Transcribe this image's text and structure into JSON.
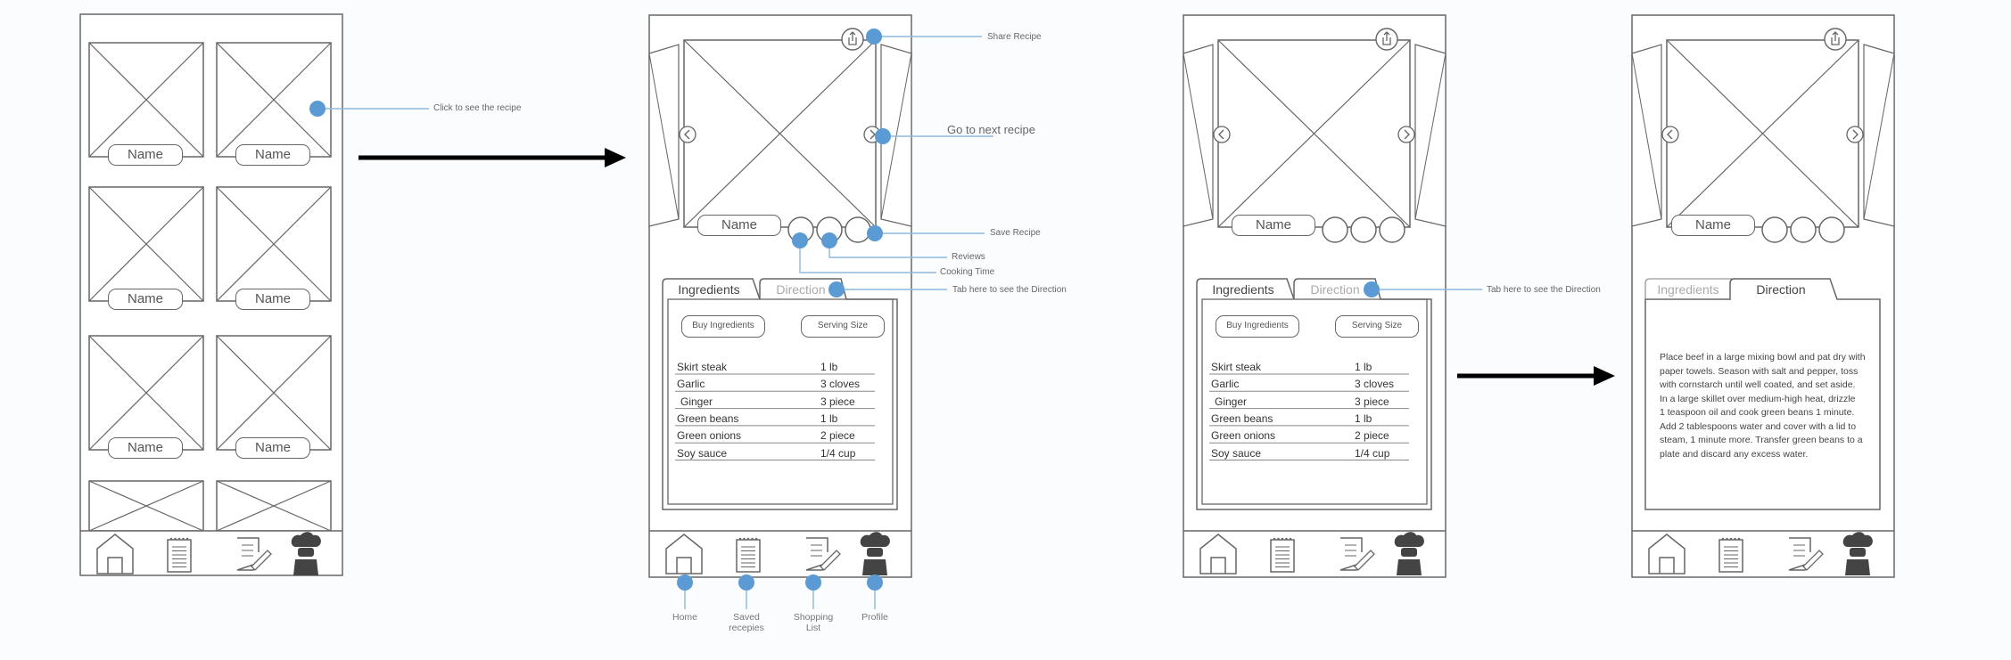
{
  "grid_screen": {
    "tile_name": "Name",
    "annotation": "Click to see the recipe"
  },
  "detail_screen": {
    "name": "Name",
    "tabs": {
      "ingredients": "Ingredients",
      "direction": "Direction"
    },
    "buttons": {
      "buy": "Buy Ingredients",
      "serving": "Serving Size"
    },
    "ingredients": [
      {
        "item": "Skirt steak",
        "qty": "1 lb"
      },
      {
        "item": "Garlic",
        "qty": "3 cloves"
      },
      {
        "item": "Ginger",
        "qty": "3 piece"
      },
      {
        "item": "Green beans",
        "qty": "1 lb"
      },
      {
        "item": "Green onions",
        "qty": "2  piece"
      },
      {
        "item": "Soy sauce",
        "qty": "1/4 cup"
      }
    ],
    "annotations": {
      "share": "Share Recipe",
      "next": "Go to next recipe",
      "save": "Save Recipe",
      "reviews": "Reviews",
      "cooking_time": "Cooking Time",
      "tab_hint": "Tab here to see the Direction"
    },
    "nav_labels": {
      "home": "Home",
      "saved": "Saved\nrecepies",
      "shopping": "Shopping\nList",
      "profile": "Profile"
    }
  },
  "direction_text": "Place beef in a large mixing bowl and pat dry with\npaper towels. Season with salt and pepper, toss\nwith cornstarch until well coated, and set aside.\nIn a large skillet over medium-high heat, drizzle\n1 teaspoon oil and cook green beans 1 minute.\nAdd 2 tablespoons water and cover with a lid to\nsteam, 1 minute more. Transfer green beans to a\nplate and discard any excess water.",
  "colors": {
    "annotation_dot": "#5b9bd5",
    "annotation_line": "#8fb8dc",
    "wire": "#666666",
    "arrow": "#000000"
  }
}
